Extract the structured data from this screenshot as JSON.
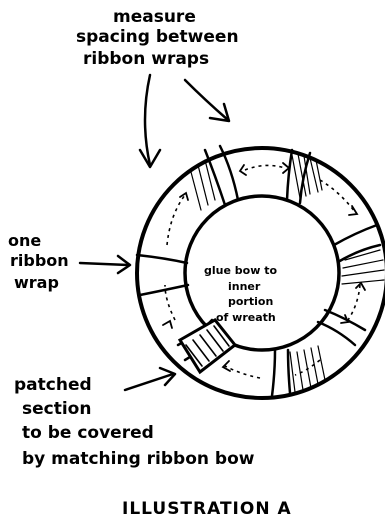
{
  "labels": {
    "measure_line1": "measure",
    "measure_line2": "spacing between",
    "measure_line3": "ribbon wraps",
    "one_wrap_line1": "one",
    "one_wrap_line2": "ribbon",
    "one_wrap_line3": "wrap",
    "glue_line1": "glue bow to",
    "glue_line2": "inner",
    "glue_line3": "portion",
    "glue_line4": "of wreath",
    "patched_line1": "patched",
    "patched_line2": "section",
    "covered_line1": "to be covered",
    "covered_line2": "by matching ribbon bow",
    "caption": "ILLUSTRATION A"
  }
}
